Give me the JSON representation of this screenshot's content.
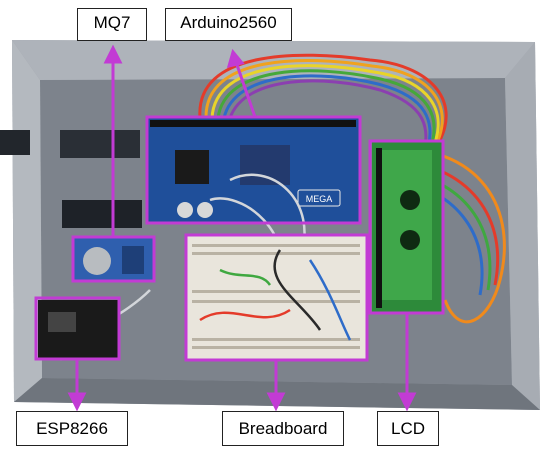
{
  "labels": {
    "mq7": "MQ7",
    "arduino": "Arduino2560",
    "esp": "ESP8266",
    "breadboard": "Breadboard",
    "lcd": "LCD",
    "mega_print": "MEGA"
  },
  "colors": {
    "highlight": "#c23bd4",
    "enclosure": "#8e939b",
    "arduino_board": "#1f4f9a",
    "breadboard": "#e9e5dc",
    "lcd_pcb": "#2d8a3a",
    "esp_board": "#1a1a1a",
    "sensor_board": "#2f5fae"
  }
}
